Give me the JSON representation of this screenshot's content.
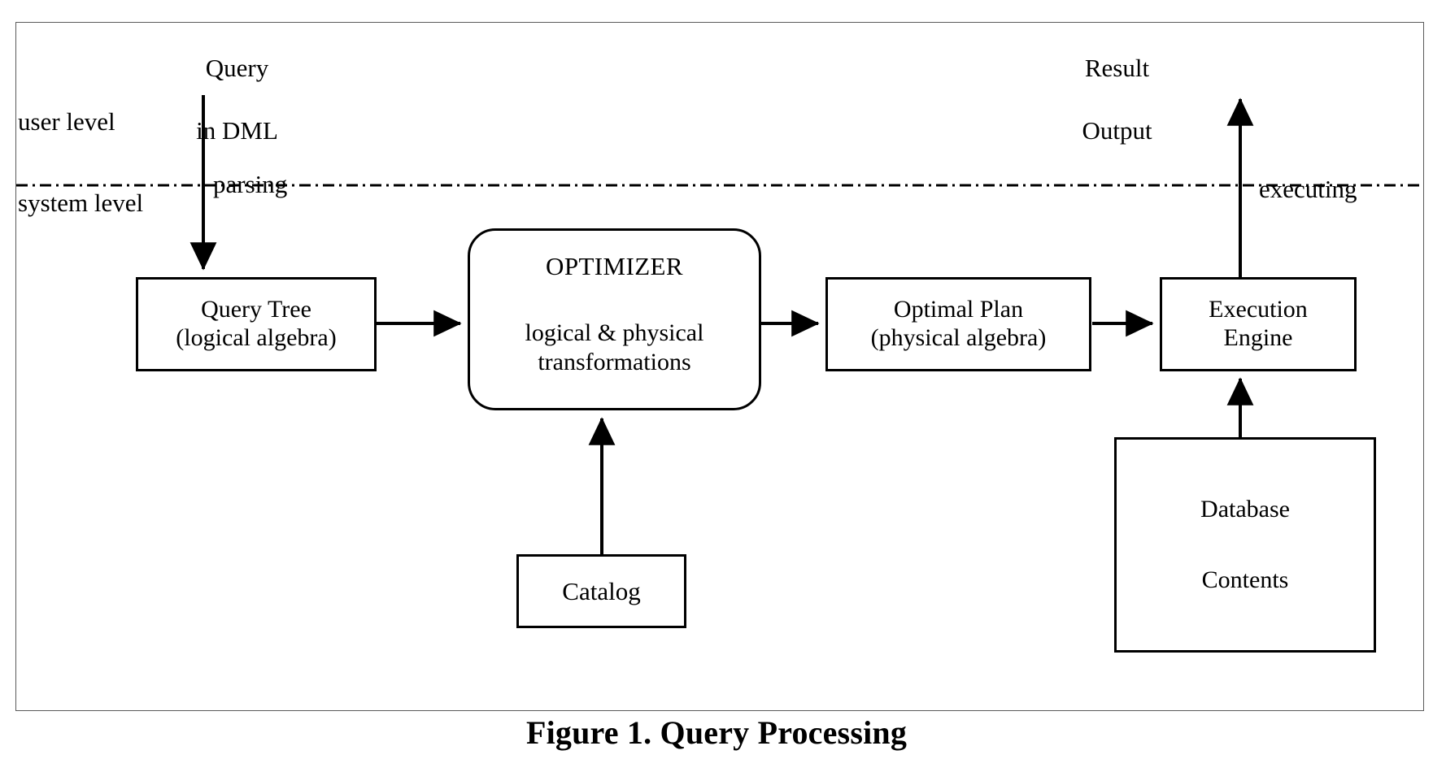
{
  "figure": {
    "caption": "Figure 1. Query Processing",
    "levels": {
      "user": "user level",
      "system": "system level"
    },
    "io_labels": {
      "input": {
        "line1": "Query",
        "line2": "in DML"
      },
      "output": {
        "line1": "Result",
        "line2": "Output"
      }
    },
    "edge_labels": {
      "parsing": "parsing",
      "executing": "executing"
    },
    "nodes": {
      "query_tree": {
        "line1": "Query Tree",
        "line2": "(logical algebra)"
      },
      "optimizer": {
        "title": "OPTIMIZER",
        "line1": "logical & physical",
        "line2": "transformations"
      },
      "optimal_plan": {
        "line1": "Optimal Plan",
        "line2": "(physical algebra)"
      },
      "execution_engine": {
        "line1": "Execution",
        "line2": "Engine"
      },
      "catalog": {
        "line1": "Catalog"
      },
      "database_contents": {
        "line1": "Database",
        "line2": "Contents"
      }
    },
    "colors": {
      "stroke": "#000000",
      "frame": "#5a5a5a",
      "background": "#ffffff"
    }
  }
}
